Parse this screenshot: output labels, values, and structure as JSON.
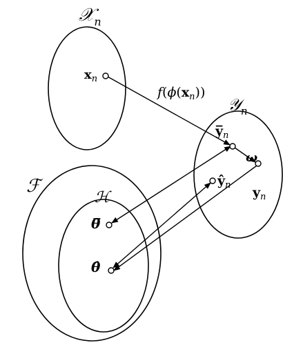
{
  "sets": {
    "x_space": {
      "symbol": "𝒳",
      "sub": "n"
    },
    "y_space": {
      "symbol": "𝒴",
      "sub": "n"
    },
    "feature_space": {
      "symbol": "ℱ"
    },
    "hypothesis_space": {
      "symbol": "ℋ"
    }
  },
  "points": {
    "x_n": {
      "main": "x",
      "sub": "n"
    },
    "y_bar": {
      "main": "y̅",
      "sub": "n"
    },
    "y_hat": {
      "main": "ŷ",
      "sub": "n"
    },
    "y_n": {
      "main": "y",
      "sub": "n"
    },
    "theta_bar": {
      "main": "θ̅"
    },
    "theta_hat": {
      "main": "θ̂"
    }
  },
  "mappings": {
    "f_label": {
      "f": "f",
      "open1": "(",
      "phi": "ϕ",
      "open2": "(",
      "x": "x",
      "sub": "n",
      "close": "))"
    },
    "omega": "ω"
  }
}
